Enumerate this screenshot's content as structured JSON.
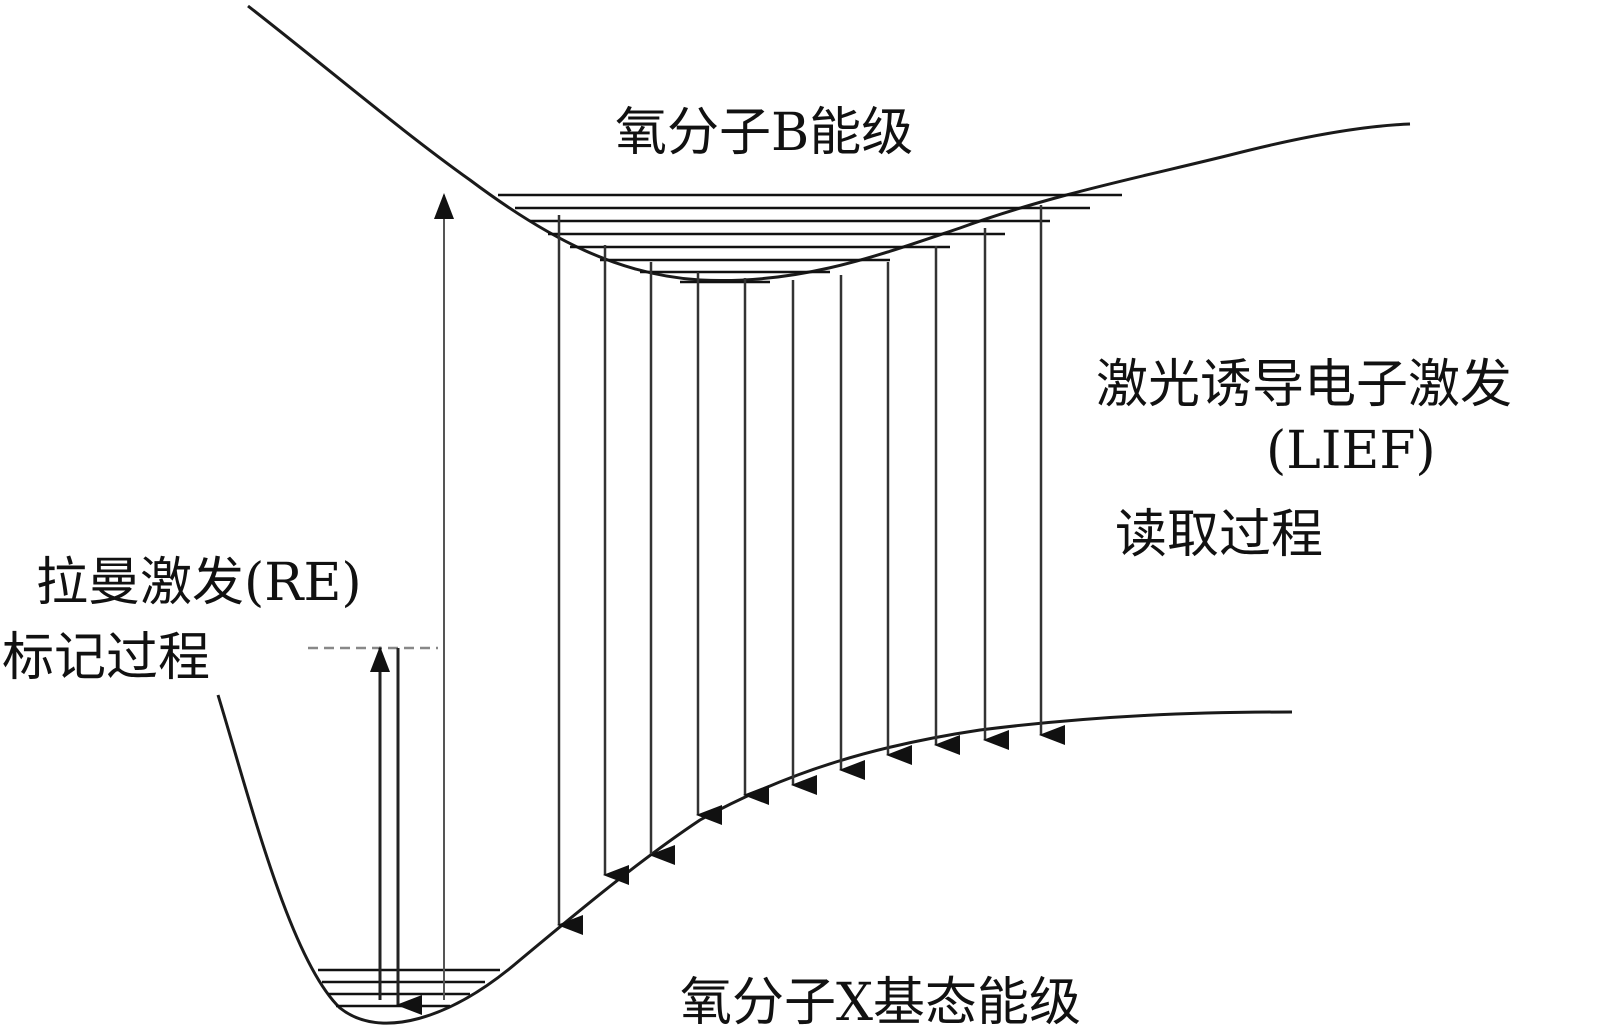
{
  "labels": {
    "b_level": "氧分子B能级",
    "lief_line1": "激光诱导电子激发",
    "lief_line2": "(LIEF)",
    "readout": "读取过程",
    "raman_line1": "拉曼激发(RE)",
    "raman_line2": "标记过程",
    "x_level": "氧分子X基态能级"
  },
  "colors": {
    "curve": "#1a1a1a",
    "arrow": "#222222",
    "dashed": "#888888"
  }
}
